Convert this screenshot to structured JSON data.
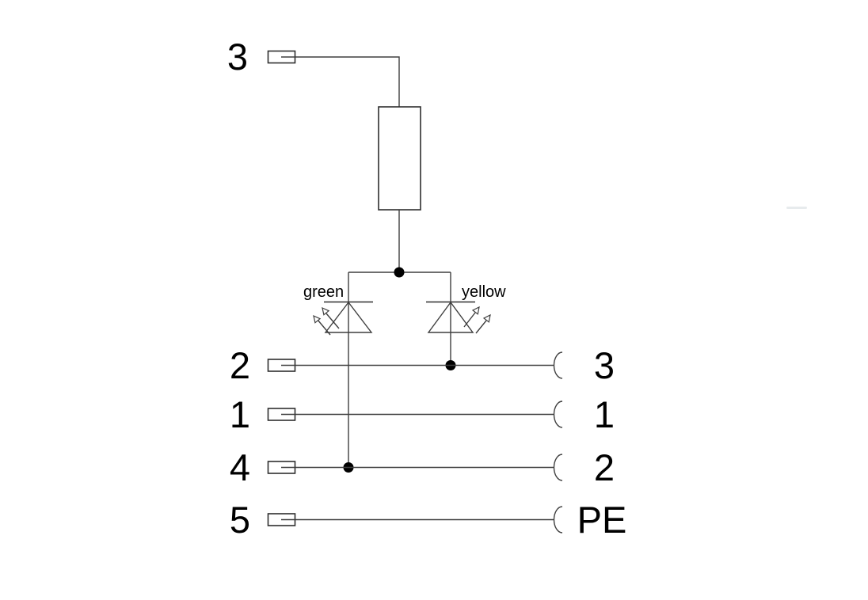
{
  "diagram": {
    "title": "connector-wiring-schematic",
    "colors": {
      "line": "#3f3f3f",
      "component_stroke": "#2e2e2e",
      "text": "#000000",
      "background": "#ffffff",
      "junction_dot": "#000000"
    },
    "top_branch": {
      "pin_label": "3",
      "component": "resistor"
    },
    "leds": [
      {
        "label": "green",
        "position": "left"
      },
      {
        "label": "yellow",
        "position": "right"
      }
    ],
    "rows": [
      {
        "pin": "2",
        "contact": "3"
      },
      {
        "pin": "1",
        "contact": "1"
      },
      {
        "pin": "4",
        "contact": "2"
      },
      {
        "pin": "5",
        "contact": "PE"
      }
    ],
    "junctions": [
      {
        "at": "resistor-bottom-split"
      },
      {
        "at": "yellow-led-to-row-2"
      },
      {
        "at": "green-led-to-row-4"
      }
    ]
  }
}
